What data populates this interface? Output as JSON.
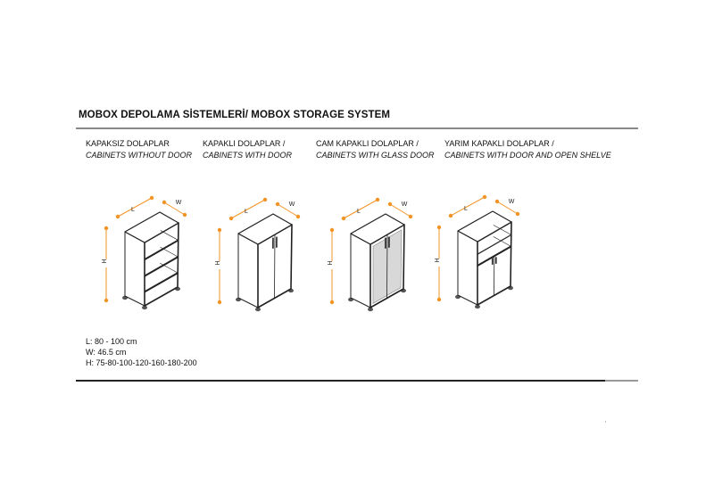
{
  "title": "MOBOX DEPOLAMA SİSTEMLERİ/ MOBOX STORAGE SYSTEM",
  "categories": [
    {
      "tr": "KAPAKSIZ DOLAPLAR",
      "en": "CABINETS WITHOUT DOOR",
      "type": "open"
    },
    {
      "tr": "KAPAKLI DOLAPLAR /",
      "en": "CABINETS WITH DOOR",
      "type": "door"
    },
    {
      "tr": "CAM KAPAKLI DOLAPLAR /",
      "en": "CABINETS WITH GLASS DOOR",
      "type": "glass"
    },
    {
      "tr": "YARIM KAPAKLI DOLAPLAR /",
      "en": "CABINETS WITH DOOR AND OPEN SHELVE",
      "type": "half"
    }
  ],
  "dimension_labels": {
    "l": "L",
    "w": "W",
    "h": "H"
  },
  "specs": {
    "l": "L: 80 - 100 cm",
    "w": "W: 46.5 cm",
    "h": "H: 75-80-100-120-160-180-200"
  },
  "colors": {
    "accent": "#f39325",
    "line": "#222222",
    "glass": "#d8d8d8"
  }
}
